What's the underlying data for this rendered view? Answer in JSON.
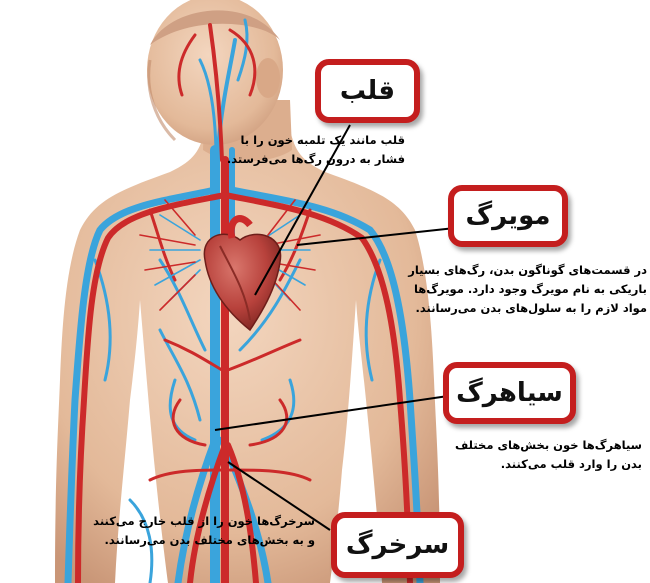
{
  "labels": {
    "heart": {
      "title": "قلب",
      "lines": [
        "قلب مانند یک تلمبه خون را با",
        "فشار به درون رگ‌ها می‌فرستد."
      ]
    },
    "capillary": {
      "title": "مویرگ",
      "lines": [
        "در قسمت‌های گوناگون بدن، رگ‌های بسیار",
        "باریکی به نام مویرگ وجود دارد. مویرگ‌ها",
        "مواد لازم را به سلول‌های بدن می‌رسانند."
      ]
    },
    "vein": {
      "title": "سیاهرگ",
      "lines": [
        "سیاهرگ‌ها خون بخش‌های مختلف",
        "بدن را وارد قلب می‌کنند."
      ]
    },
    "artery": {
      "title": "سرخرگ",
      "lines": [
        "سرخرگ‌ها خون را از قلب خارج می‌کنند",
        "و به بخش‌های مختلف بدن می‌رسانند."
      ]
    }
  },
  "colors": {
    "box_border": "#c41e1e",
    "skin": "#e8c2a4",
    "artery": "#cc2a2a",
    "vein": "#3aa4dc",
    "heart": "#b8423c"
  }
}
